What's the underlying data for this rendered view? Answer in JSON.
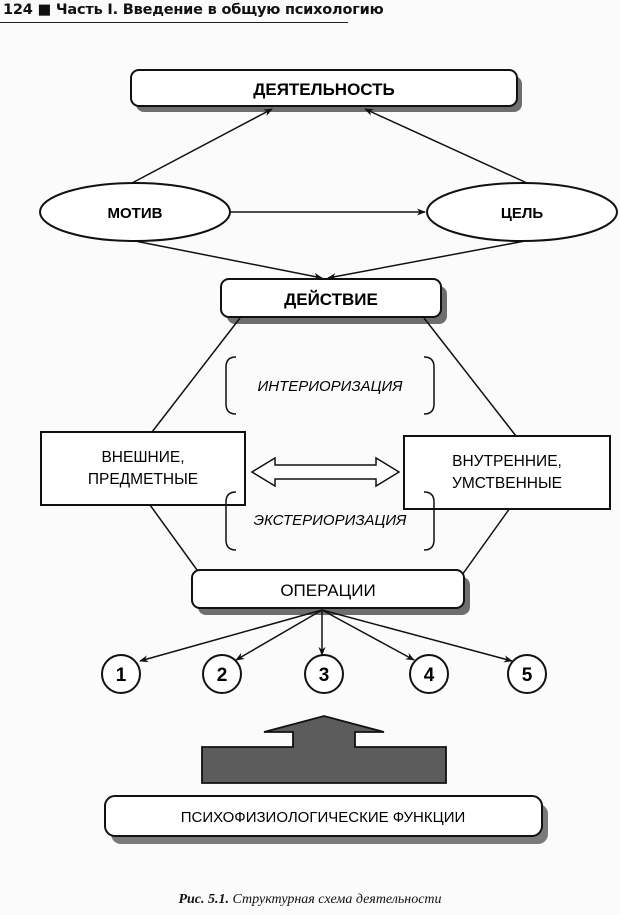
{
  "page_header": {
    "page_number": "124",
    "separator": "■",
    "section": "Часть I. Введение в общую психологию"
  },
  "diagram": {
    "nodes": {
      "activity": "ДЕЯТЕЛЬНОСТЬ",
      "motive": "МОТИВ",
      "goal": "ЦЕЛЬ",
      "action": "ДЕЙСТВИЕ",
      "external_line1": "ВНЕШНИЕ,",
      "external_line2": "ПРЕДМЕТНЫЕ",
      "internal_line1": "ВНУТРЕННИЕ,",
      "internal_line2": "УМСТВЕННЫЕ",
      "interiorization": "ИНТЕРИОРИЗАЦИЯ",
      "exteriorization": "ЭКСТЕРИОРИЗАЦИЯ",
      "operations": "ОПЕРАЦИИ",
      "psychophysiological": "ПСИХОФИЗИОЛОГИЧЕСКИЕ ФУНКЦИИ"
    },
    "operation_numbers": [
      "1",
      "2",
      "3",
      "4",
      "5"
    ],
    "edges": [
      {
        "from": "motive",
        "to": "activity"
      },
      {
        "from": "goal",
        "to": "activity"
      },
      {
        "from": "motive",
        "to": "goal"
      },
      {
        "from": "motive",
        "to": "action"
      },
      {
        "from": "goal",
        "to": "action"
      },
      {
        "from": "action",
        "to": "external"
      },
      {
        "from": "action",
        "to": "internal"
      },
      {
        "from": "external",
        "to": "internal",
        "bidirectional": true
      },
      {
        "from": "external",
        "to": "operations"
      },
      {
        "from": "internal",
        "to": "operations"
      },
      {
        "from": "operations",
        "to": "1"
      },
      {
        "from": "operations",
        "to": "2"
      },
      {
        "from": "operations",
        "to": "3"
      },
      {
        "from": "operations",
        "to": "4"
      },
      {
        "from": "operations",
        "to": "5"
      },
      {
        "from": "psychophysiological",
        "to": "operations",
        "style": "block-arrow"
      }
    ],
    "colors": {
      "stroke": "#111111",
      "shadow": "#6e6e6e",
      "block_arrow": "#5c5c5c",
      "fill": "#ffffff"
    }
  },
  "caption": {
    "label": "Рис. 5.1.",
    "text": "Структурная схема деятельности"
  }
}
